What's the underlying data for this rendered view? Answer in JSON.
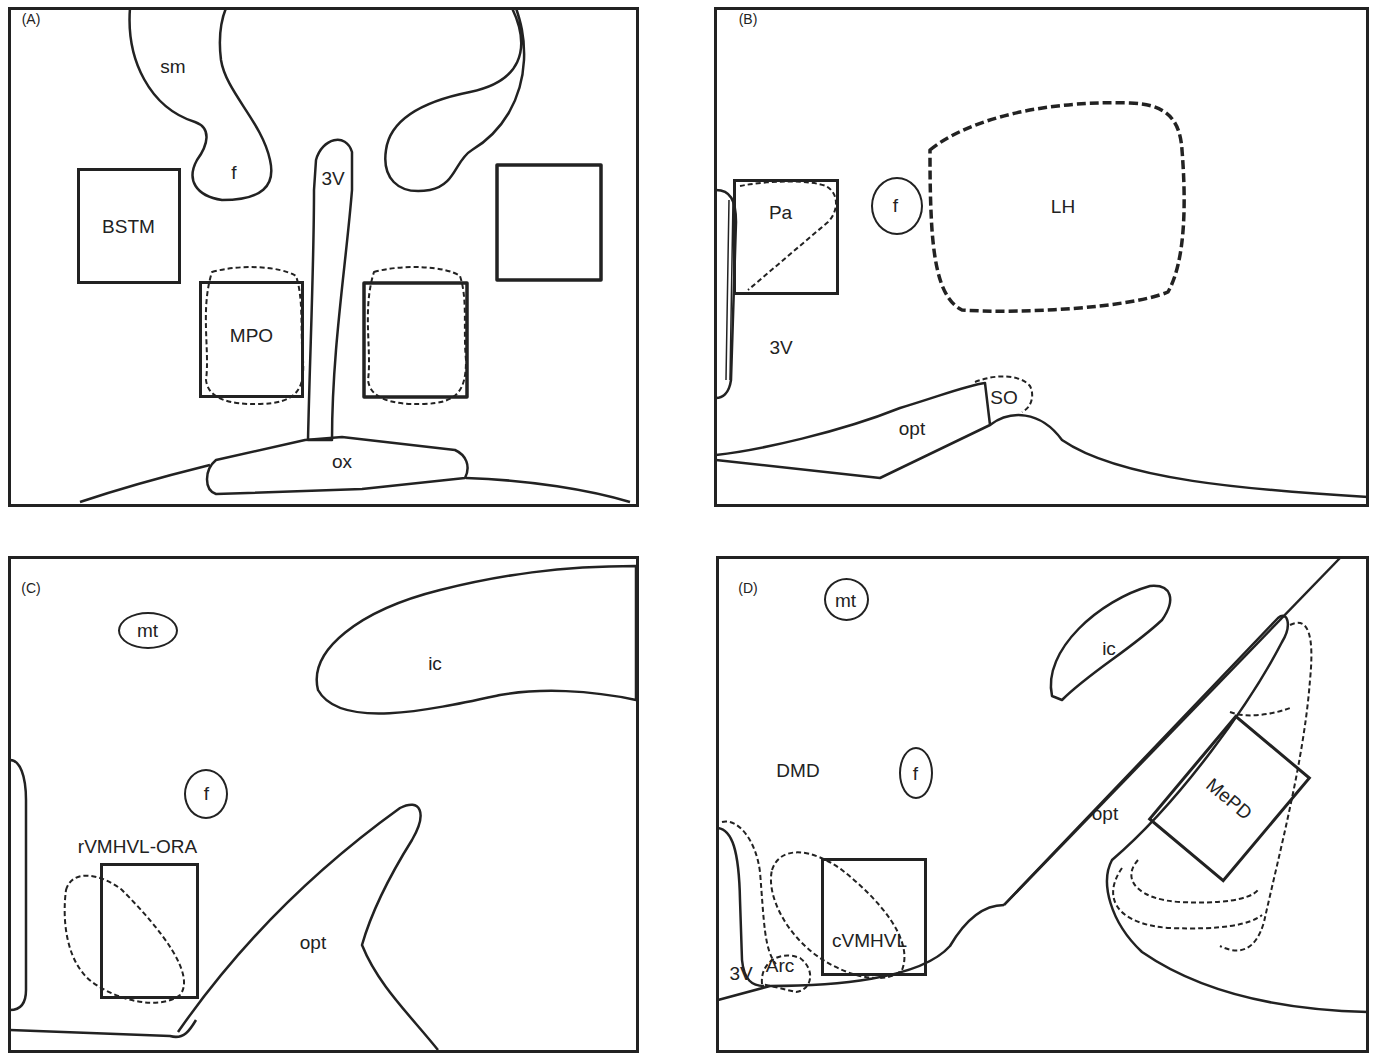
{
  "diagram": {
    "nodes": [
      {
        "text": [
          "(A)"
        ]
      },
      {
        "text": [
          "BSTM"
        ],
        "in": 0
      },
      {
        "text": [
          "MPO"
        ],
        "in": 0
      },
      {
        "text": [
          "(B)"
        ]
      },
      {
        "text": [
          "Pa"
        ],
        "in": 3
      },
      {
        "text": [
          "f"
        ],
        "in": 3
      },
      {
        "text": [
          "(C)"
        ]
      },
      {
        "text": [
          "mt"
        ],
        "in": 6
      },
      {
        "text": [
          "f"
        ],
        "in": 6
      },
      {
        "text": [
          "rVMHVL-ORA"
        ],
        "in": 6
      },
      {
        "text": [
          "(D)"
        ]
      },
      {
        "text": [
          "mt"
        ],
        "in": 10
      },
      {
        "text": [
          "f"
        ],
        "in": 10
      },
      {
        "text": [
          "cVMHVL"
        ],
        "in": 10
      },
      {
        "text": [
          "MePD"
        ],
        "in": 10
      }
    ],
    "labels": [
      "sm",
      "f",
      "3V",
      "ox",
      "LH",
      "3V",
      "SO",
      "opt",
      "ic",
      "opt",
      "DMD",
      "ic",
      "opt",
      "3V",
      "Arc"
    ]
  }
}
